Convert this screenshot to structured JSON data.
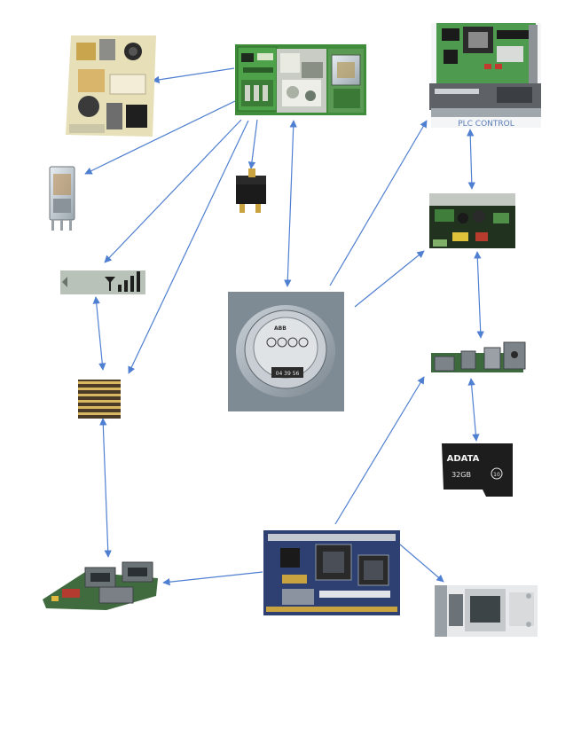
{
  "diagram": {
    "components": [
      {
        "id": "controller-board",
        "label": "controller board (center top)"
      },
      {
        "id": "power-supply-board",
        "label": "power supply board"
      },
      {
        "id": "relay",
        "label": "relay"
      },
      {
        "id": "sot-transistor",
        "label": "SOT transistor"
      },
      {
        "id": "signal-display",
        "label": "signal strength display"
      },
      {
        "id": "pin-header",
        "label": "pin header connector"
      },
      {
        "id": "serial-board",
        "label": "serial connector board"
      },
      {
        "id": "plc-controller",
        "label": "PLC controller"
      },
      {
        "id": "pcb-module",
        "label": "PCB module"
      },
      {
        "id": "io-board",
        "label": "IO connector board"
      },
      {
        "id": "microsd-card",
        "label": "microSD card"
      },
      {
        "id": "energy-meter",
        "label": "electricity meter"
      },
      {
        "id": "single-board-computer",
        "label": "single board computer"
      },
      {
        "id": "wifi-module",
        "label": "WiFi module"
      }
    ],
    "arrow_color": "#4f7fd0",
    "meter_brand": "ABB",
    "meter_reading": "04 39 56",
    "plc_caption": "PLC CONTROL",
    "sd_card_brand": "ADATA",
    "sd_card_capacity": "32GB",
    "sd_card_class": "10"
  }
}
